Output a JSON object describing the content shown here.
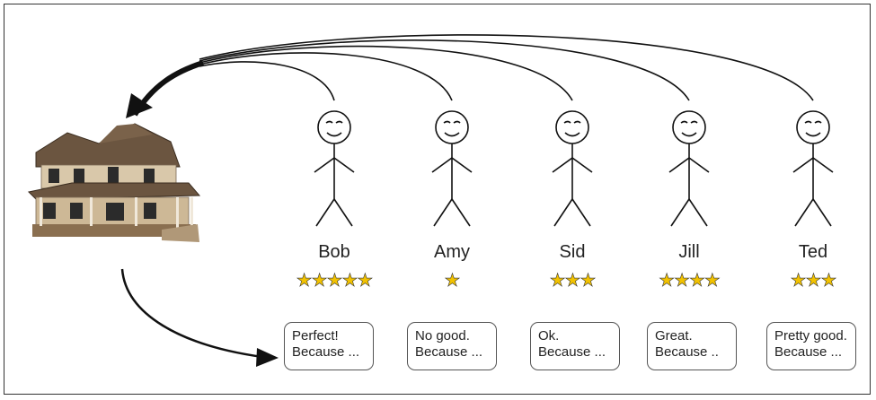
{
  "people": [
    {
      "name": "Bob",
      "stars": "★★★★★",
      "rating": 5,
      "review_line1": "Perfect!",
      "review_line2": "Because ..."
    },
    {
      "name": "Amy",
      "stars": "★",
      "rating": 1,
      "review_line1": "No good.",
      "review_line2": "Because ..."
    },
    {
      "name": "Sid",
      "stars": "★★★",
      "rating": 3,
      "review_line1": "Ok.",
      "review_line2": "Because ..."
    },
    {
      "name": "Jill",
      "stars": "★★★★",
      "rating": 4,
      "review_line1": "Great.",
      "review_line2": "Because .."
    },
    {
      "name": "Ted",
      "stars": "★★★",
      "rating": 3,
      "review_line1": "Pretty good.",
      "review_line2": "Because ..."
    }
  ],
  "colors": {
    "star_fill": "#f2c200",
    "line": "#111111",
    "roof": "#6b5540",
    "wall": "#d9c8aa",
    "porch": "#8a6f50"
  },
  "icons": {
    "house": "house-icon",
    "person": "stick-figure-icon"
  }
}
